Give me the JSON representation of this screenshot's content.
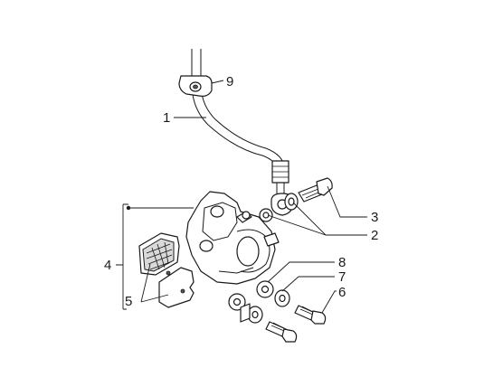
{
  "callouts": {
    "n1": "1",
    "n2": "2",
    "n3": "3",
    "n4": "4",
    "n5": "5",
    "n6": "6",
    "n7": "7",
    "n8": "8",
    "n9": "9"
  }
}
